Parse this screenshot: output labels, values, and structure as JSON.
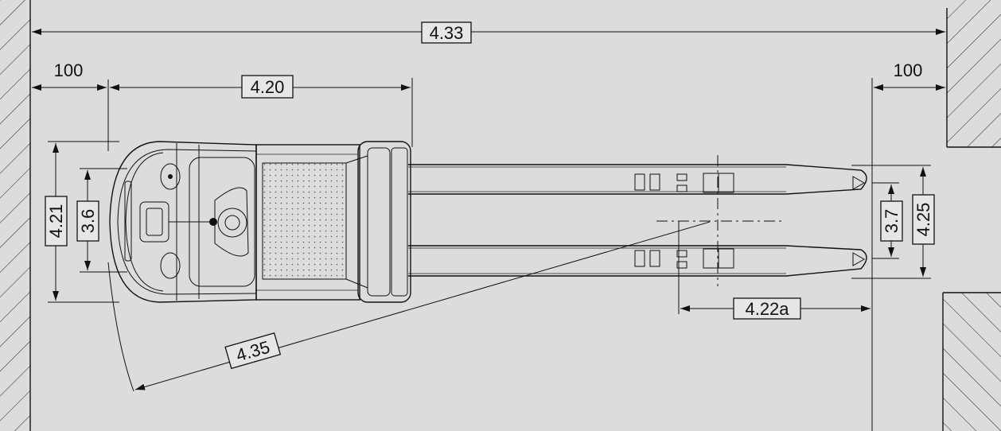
{
  "dimensions": {
    "d433": "4.33",
    "d420": "4.20",
    "d100_left": "100",
    "d100_right": "100",
    "d421": "4.21",
    "d36": "3.6",
    "d37": "3.7",
    "d425": "4.25",
    "d422a": "4.22a",
    "d435": "4.35"
  },
  "colors": {
    "background": "#dcdcdc",
    "line": "#111111"
  }
}
